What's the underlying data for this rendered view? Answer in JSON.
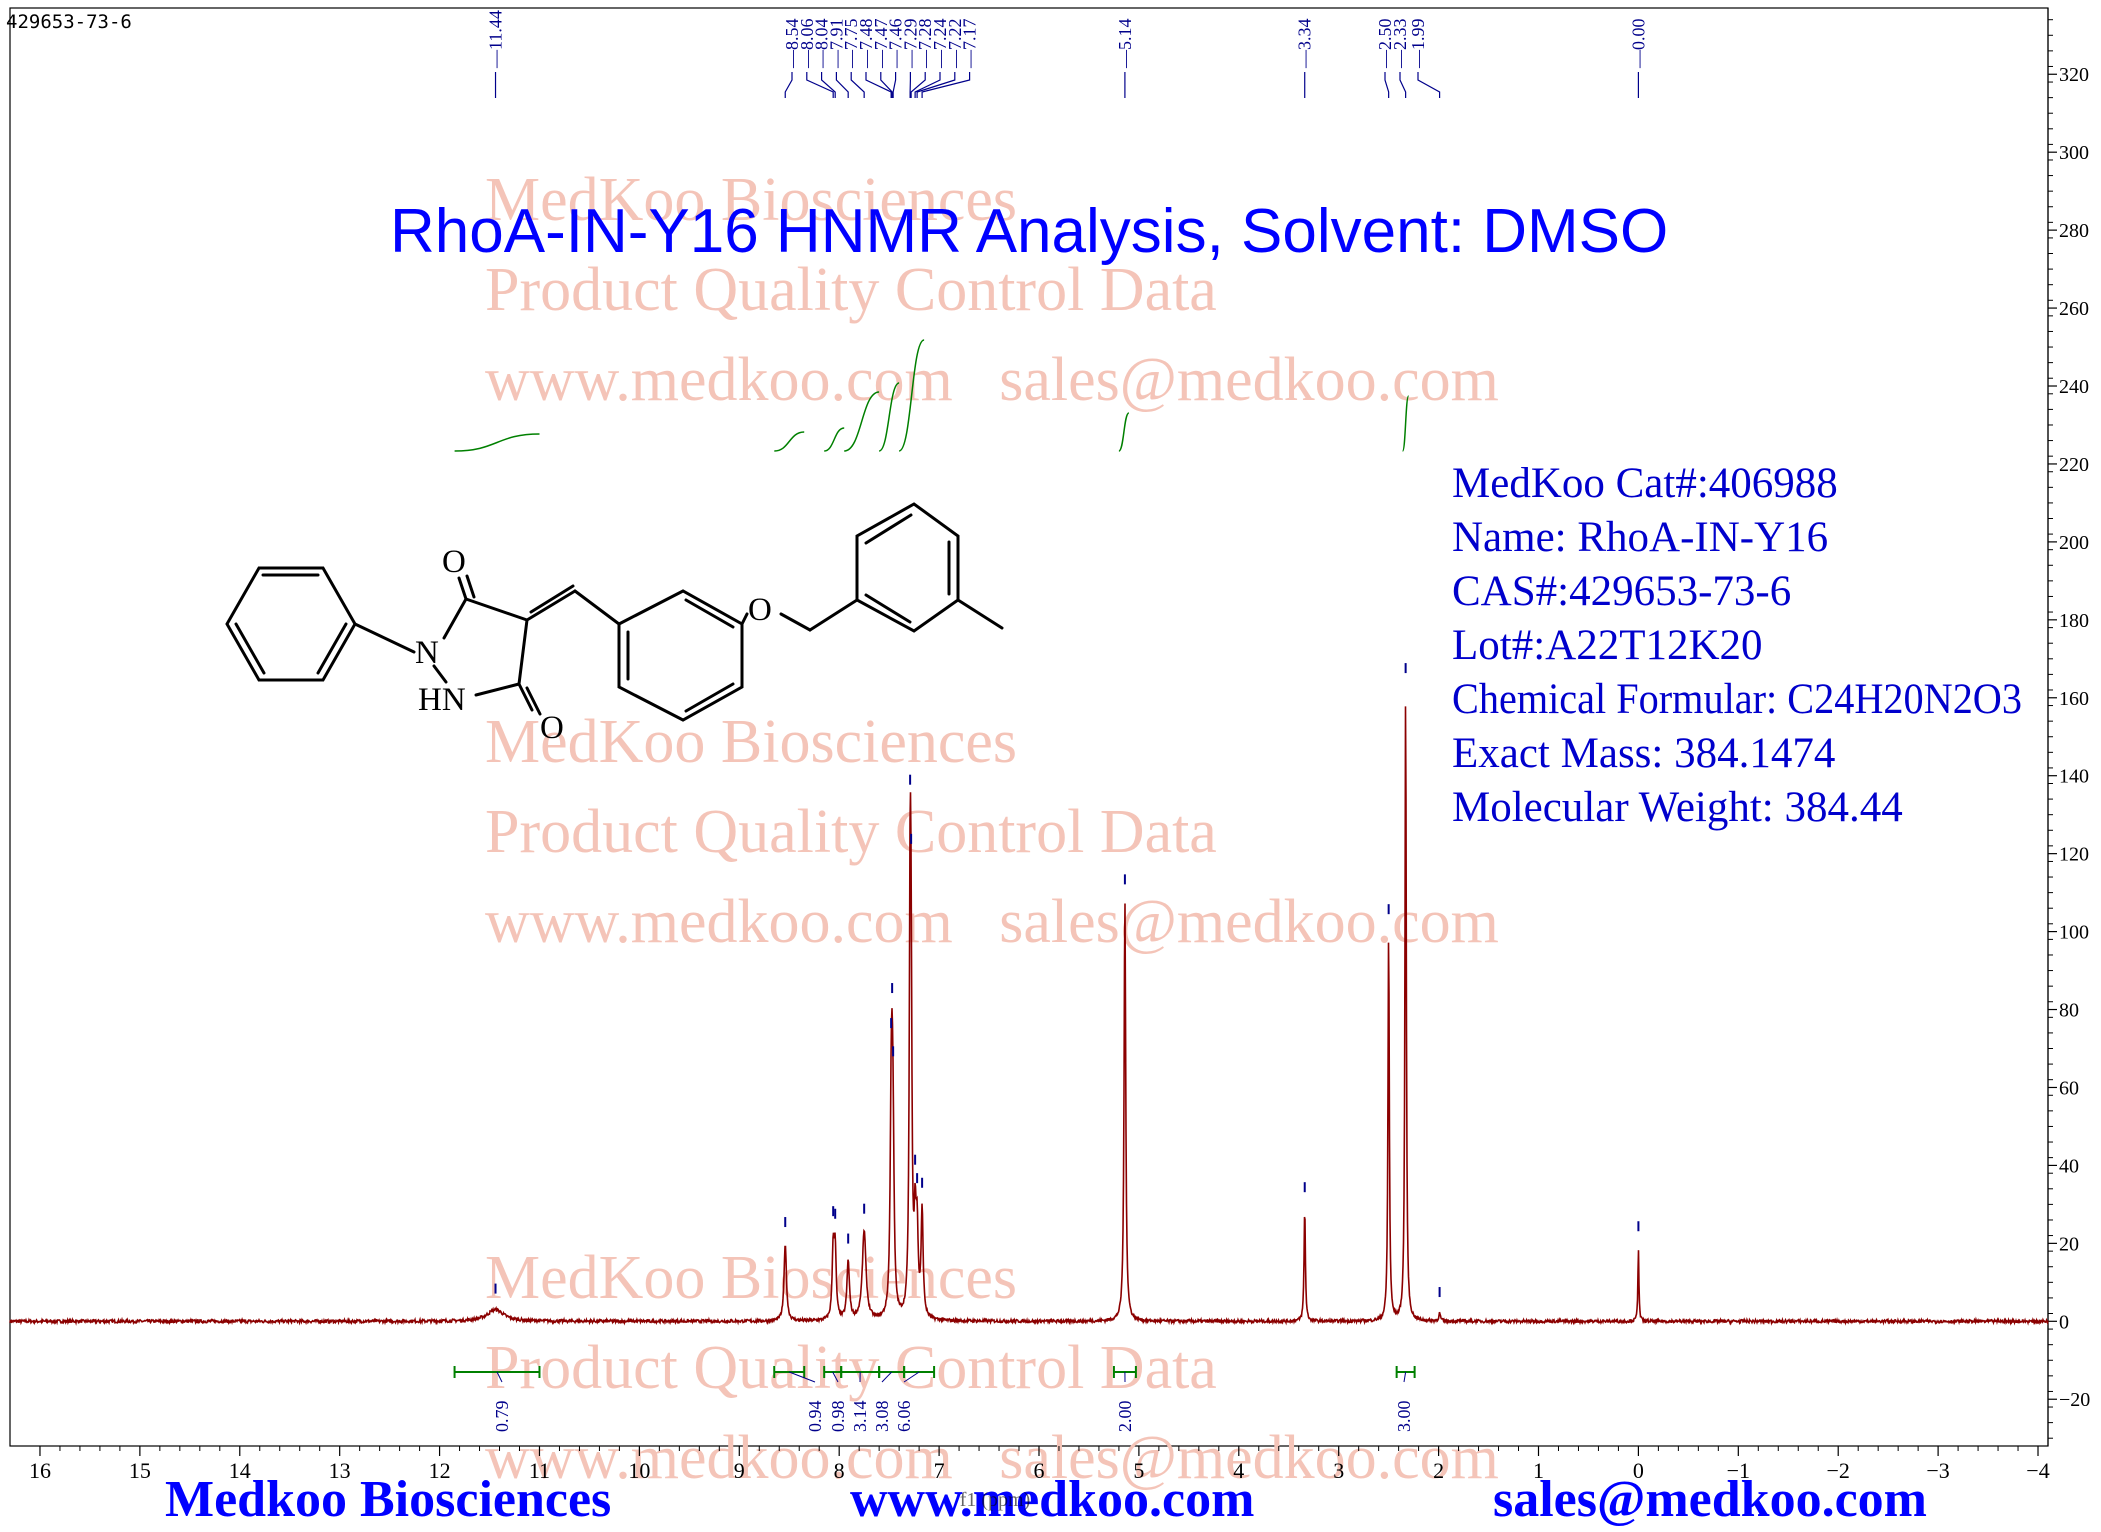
{
  "header_id": "429653-73-6",
  "title": "RhoA-IN-Y16 HNMR Analysis, Solvent: DMSO",
  "watermark": {
    "line1": "MedKoo Biosciences",
    "line2": "Product Quality Control Data",
    "line3": "www.medkoo.com   sales@medkoo.com"
  },
  "info": {
    "cat": "MedKoo Cat#:406988",
    "name": "Name: RhoA-IN-Y16",
    "cas": "CAS#:429653-73-6",
    "lot": "Lot#:A22T12K20",
    "formula": "Chemical Formular: C24H20N2O3",
    "exact_mass": "Exact Mass: 384.1474",
    "mw": "Molecular Weight: 384.44"
  },
  "structure_labels": {
    "o_top": "O",
    "n": "N",
    "hn": "HN",
    "o_bottom": "O",
    "o_ether": "O"
  },
  "footer": {
    "company": "Medkoo Biosciences",
    "website": "www.medkoo.com",
    "email": "sales@medkoo.com"
  },
  "colors": {
    "spectrum": "#8b0000",
    "peak_labels": "#00008b",
    "integral": "#008000",
    "title": "#0000ff",
    "watermark": "#f4c4b8"
  },
  "chart_data": {
    "type": "line",
    "xlabel": "f1 (ppm)",
    "xlim": [
      16.3,
      -4.1
    ],
    "ylim": [
      -32,
      337
    ],
    "x_ticks": [
      16,
      15,
      14,
      13,
      12,
      11,
      10,
      9,
      8,
      7,
      6,
      5,
      4,
      3,
      2,
      1,
      0,
      -1,
      -2,
      -3,
      -4
    ],
    "y_ticks": [
      -20,
      0,
      20,
      40,
      60,
      80,
      100,
      120,
      140,
      160,
      180,
      200,
      220,
      240,
      260,
      280,
      300,
      320
    ],
    "peaks": [
      {
        "ppm": 11.44,
        "height": 3,
        "width": 0.1
      },
      {
        "ppm": 8.54,
        "height": 20,
        "width": 0.014
      },
      {
        "ppm": 8.06,
        "height": 18,
        "width": 0.012
      },
      {
        "ppm": 8.04,
        "height": 17,
        "width": 0.012
      },
      {
        "ppm": 7.91,
        "height": 15,
        "width": 0.015
      },
      {
        "ppm": 7.75,
        "height": 23,
        "width": 0.022
      },
      {
        "ppm": 7.48,
        "height": 40,
        "width": 0.012
      },
      {
        "ppm": 7.47,
        "height": 38,
        "width": 0.012
      },
      {
        "ppm": 7.46,
        "height": 30,
        "width": 0.012
      },
      {
        "ppm": 7.29,
        "height": 98,
        "width": 0.01
      },
      {
        "ppm": 7.28,
        "height": 66,
        "width": 0.01
      },
      {
        "ppm": 7.24,
        "height": 22,
        "width": 0.012
      },
      {
        "ppm": 7.22,
        "height": 20,
        "width": 0.012
      },
      {
        "ppm": 7.17,
        "height": 27,
        "width": 0.012
      },
      {
        "ppm": 5.14,
        "height": 108,
        "width": 0.01
      },
      {
        "ppm": 3.34,
        "height": 29,
        "width": 0.008
      },
      {
        "ppm": 2.5,
        "height": 100,
        "width": 0.008
      },
      {
        "ppm": 2.33,
        "height": 162,
        "width": 0.008
      },
      {
        "ppm": 1.99,
        "height": 2,
        "width": 0.01
      },
      {
        "ppm": 0.0,
        "height": 19,
        "width": 0.006
      }
    ],
    "peak_labels": [
      "11.44",
      "8.54",
      "8.06",
      "8.04",
      "7.91",
      "7.75",
      "7.48",
      "7.47",
      "7.46",
      "7.29",
      "7.28",
      "7.24",
      "7.22",
      "7.17",
      "5.14",
      "3.34",
      "2.50",
      "2.33",
      "1.99",
      "0.00"
    ],
    "integrals": [
      {
        "from": 11.85,
        "to": 11.0,
        "value": "0.79"
      },
      {
        "from": 8.65,
        "to": 8.35,
        "value": "0.94"
      },
      {
        "from": 8.15,
        "to": 7.98,
        "value": "0.98"
      },
      {
        "from": 7.98,
        "to": 7.6,
        "value": "3.14"
      },
      {
        "from": 7.6,
        "to": 7.35,
        "value": "3.08"
      },
      {
        "from": 7.35,
        "to": 7.05,
        "value": "6.06"
      },
      {
        "from": 5.25,
        "to": 5.03,
        "value": "2.00"
      },
      {
        "from": 2.42,
        "to": 2.24,
        "value": "3.00"
      }
    ]
  }
}
